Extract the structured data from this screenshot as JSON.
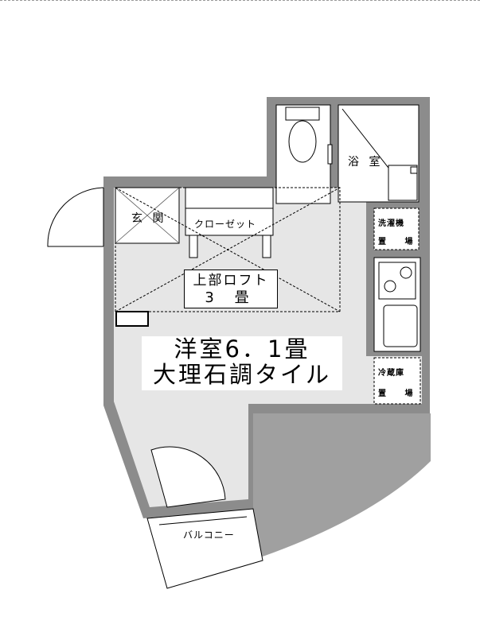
{
  "rooms": {
    "main_line1": "洋室6．1畳",
    "main_line2": "大理石調タイル",
    "loft_line1": "上部ロフト",
    "loft_line2": "3 畳",
    "entrance": "玄 関",
    "closet": "クローゼット",
    "bath": "浴 室",
    "washer_line1": "洗濯機",
    "washer_line2": "置 場",
    "fridge_line1": "冷蔵庫",
    "fridge_line2": "置 場",
    "balcony": "バルコニー"
  },
  "colors": {
    "wall": "#8c8c8c",
    "floor": "#e6e6e6",
    "outer_gray": "#a0a0a0",
    "line": "#000000",
    "white": "#ffffff"
  }
}
